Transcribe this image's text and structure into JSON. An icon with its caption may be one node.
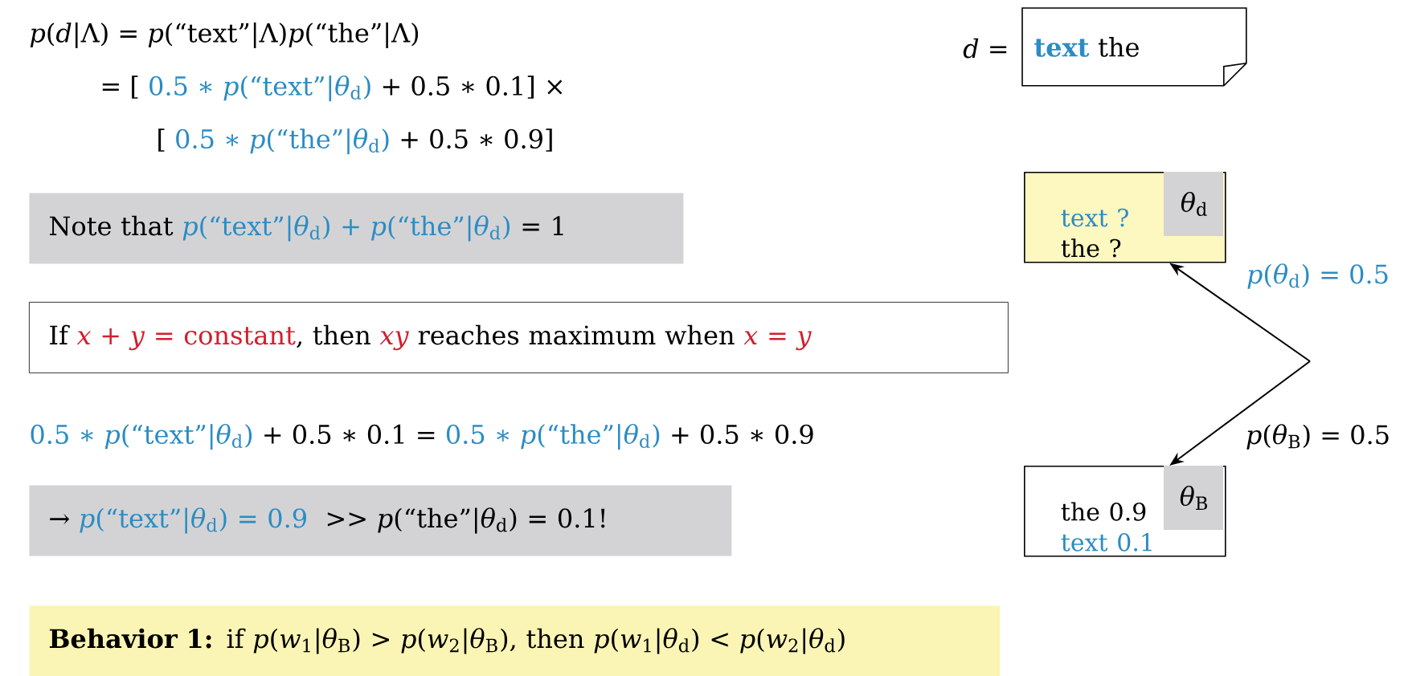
{
  "diagram": {
    "nodes": [
      {
        "text": [
          "text",
          "the"
        ],
        "beside": [
          "*d* ="
        ]
      },
      {
        "text": [
          "text ?",
          "the ?",
          "*θ*$_{d}$"
        ]
      },
      {
        "text": [
          "the 0.9",
          "text 0.1",
          "*θ*$_{B}$"
        ]
      },
      {
        "text": [
          "Note that",
          "*p*(“text”|*θ*$_{d}$) + *p*(“the”|*θ*$_{d}$)",
          "= 1"
        ]
      },
      {
        "text": [
          "If",
          "*x* + *y* = constant",
          ", then",
          "*xy*",
          "reaches maximum when",
          "*x* = *y*"
        ]
      },
      {
        "text": [
          "→",
          "*p*(“text”|*θ*$_{d}$) = 0.9",
          " >> *p*(“the”|*θ*$_{d}$) = 0.1!"
        ]
      },
      {
        "text": [
          "**Behavior 1:** if *p*(*w*$_{1}$|*θ*$_{B}$) > *p*(*w*$_{2}$|*θ*$_{B}$), then *p*(*w*$_{1}$|*θ*$_{d}$) < *p*(*w*$_{2}$|*θ*$_{d}$)"
        ]
      }
    ],
    "edges": [
      {
        "from": null,
        "to": 1,
        "arrow": "to",
        "label": "*p*(*θ*$_{d}$) = 0.5"
      },
      {
        "from": null,
        "to": 2,
        "arrow": "to",
        "label": "*p*(*θ*$_{B}$) = 0.5"
      }
    ],
    "labels": [
      "*p*(*d*|Λ) = *p*(“text”|Λ)*p*(“the”|Λ)",
      "= [",
      "0.5 ∗ *p*(“text”|*θ*$_{d}$)",
      "+ 0.5 ∗ 0.1] ×",
      "[",
      "0.5 ∗ *p*(“the”|*θ*$_{d}$)",
      "+ 0.5 ∗ 0.9]",
      "0.5 ∗ *p*(“text”|*θ*$_{d}$)",
      "+ 0.5 ∗ 0.1 =",
      "0.5 ∗ *p*(“the”|*θ*$_{d}$)",
      "+ 0.5 ∗ 0.9"
    ]
  }
}
